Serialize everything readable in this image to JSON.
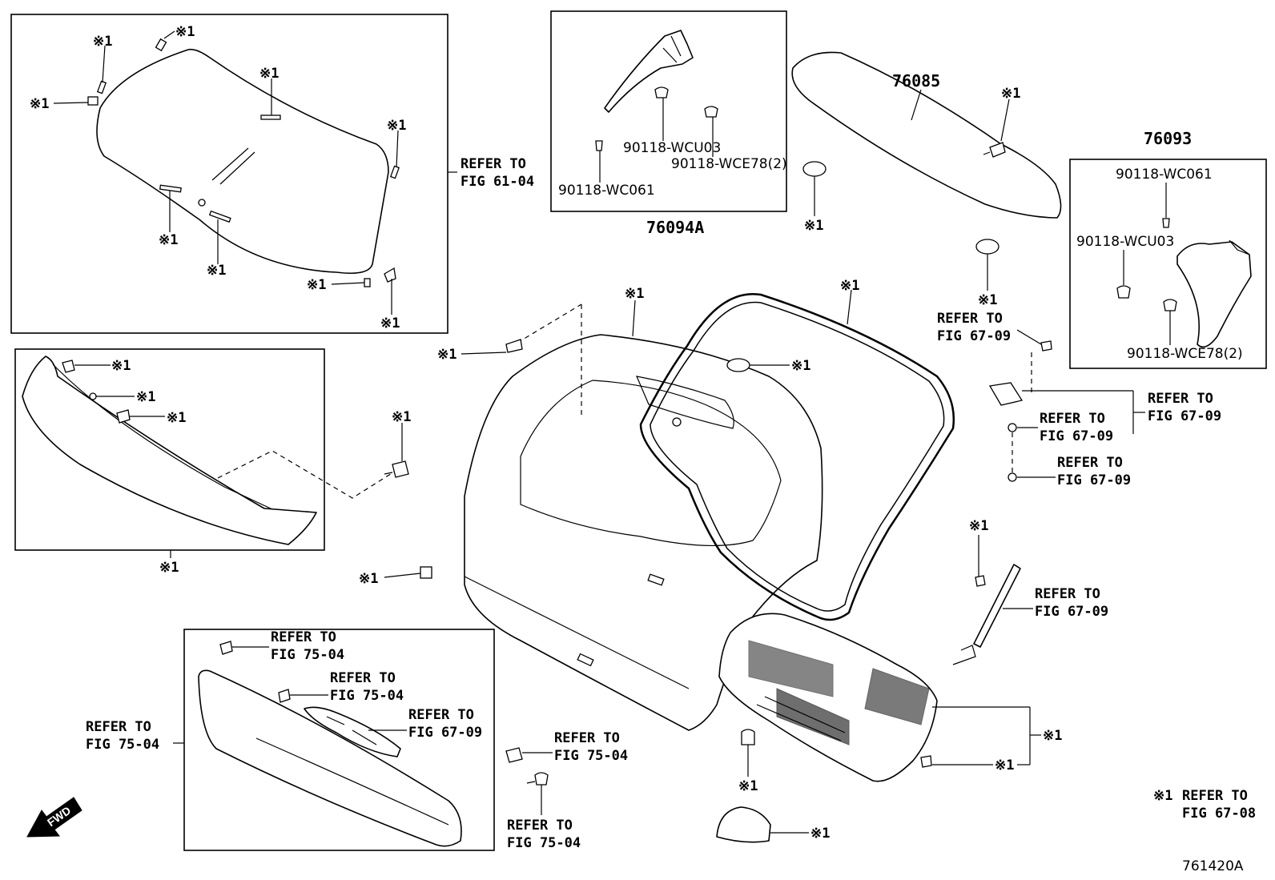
{
  "diagram": {
    "mark": "※1",
    "parts": {
      "spoiler_main": "76085",
      "bracket_left": "76094A",
      "bracket_right": "76093",
      "clip_wc061": "90118-WC061",
      "clip_wcu03": "90118-WCU03",
      "clip_wce78": "90118-WCE78(2)",
      "clip_wc061_b": "90118-WC061",
      "clip_wcu03_b": "90118-WCU03",
      "clip_wce78_b": "90118-WCE78(2)"
    },
    "refs": {
      "refer_to": "REFER TO",
      "fig_61_04": "FIG 61-04",
      "fig_67_09": "FIG 67-09",
      "fig_75_04": "FIG 75-04",
      "fig_67_08": "FIG 67-08"
    },
    "footnote": {
      "mark": "※1",
      "text": "REFER TO",
      "fig": "FIG 67-08"
    },
    "drawing_code": "761420A",
    "fwd_label": "FWD"
  }
}
